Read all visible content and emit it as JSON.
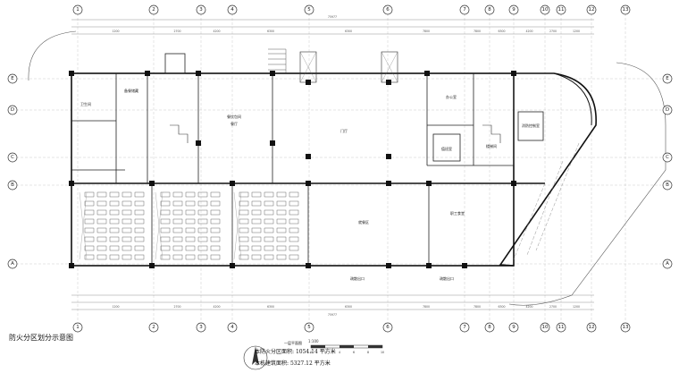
{
  "drawing": {
    "legend_title": "防火分区划分示意图",
    "scale_title": "一层平面图",
    "scale_ratio": "1:100",
    "scale_ticks": [
      "0",
      "2",
      "4",
      "6",
      "8",
      "10"
    ]
  },
  "areas": {
    "fire_zone_label": "本防火分区面积:",
    "fire_zone_value": "1054.14",
    "building_label": "本栋建筑面积:",
    "building_value": "5327.12",
    "unit": "平方米"
  },
  "grid": {
    "top_bubbles": [
      "1",
      "2",
      "3",
      "4",
      "5",
      "6",
      "7",
      "8",
      "9",
      "10",
      "11",
      "12",
      "13"
    ],
    "bottom_bubbles": [
      "1",
      "2",
      "3",
      "4",
      "5",
      "6",
      "7",
      "8",
      "9",
      "10",
      "11",
      "12",
      "13"
    ],
    "left_bubbles": [
      "E",
      "D",
      "C",
      "B",
      "A"
    ],
    "right_bubbles": [
      "E",
      "D",
      "C",
      "B",
      "A"
    ],
    "overall_dim_top": "75977",
    "overall_dim_bottom": "75977",
    "bay_dims": [
      "1200",
      "2700",
      "4200",
      "6300",
      "6300",
      "7800",
      "7800",
      "6300",
      "4200",
      "2700",
      "1200"
    ]
  },
  "rooms": {
    "kitchen_store": "备餐储藏",
    "small_dining": "餐饮包间",
    "main_dining": "餐厅",
    "lobby": "门厅",
    "office": "办公室",
    "duty_room": "值班室",
    "seating": "就餐区",
    "staff_canteen": "职工食堂",
    "stair": "楼梯间",
    "exit_a": "疏散出口",
    "exit_b": "疏散出口",
    "toilet": "卫生间",
    "control": "消防控制室"
  }
}
